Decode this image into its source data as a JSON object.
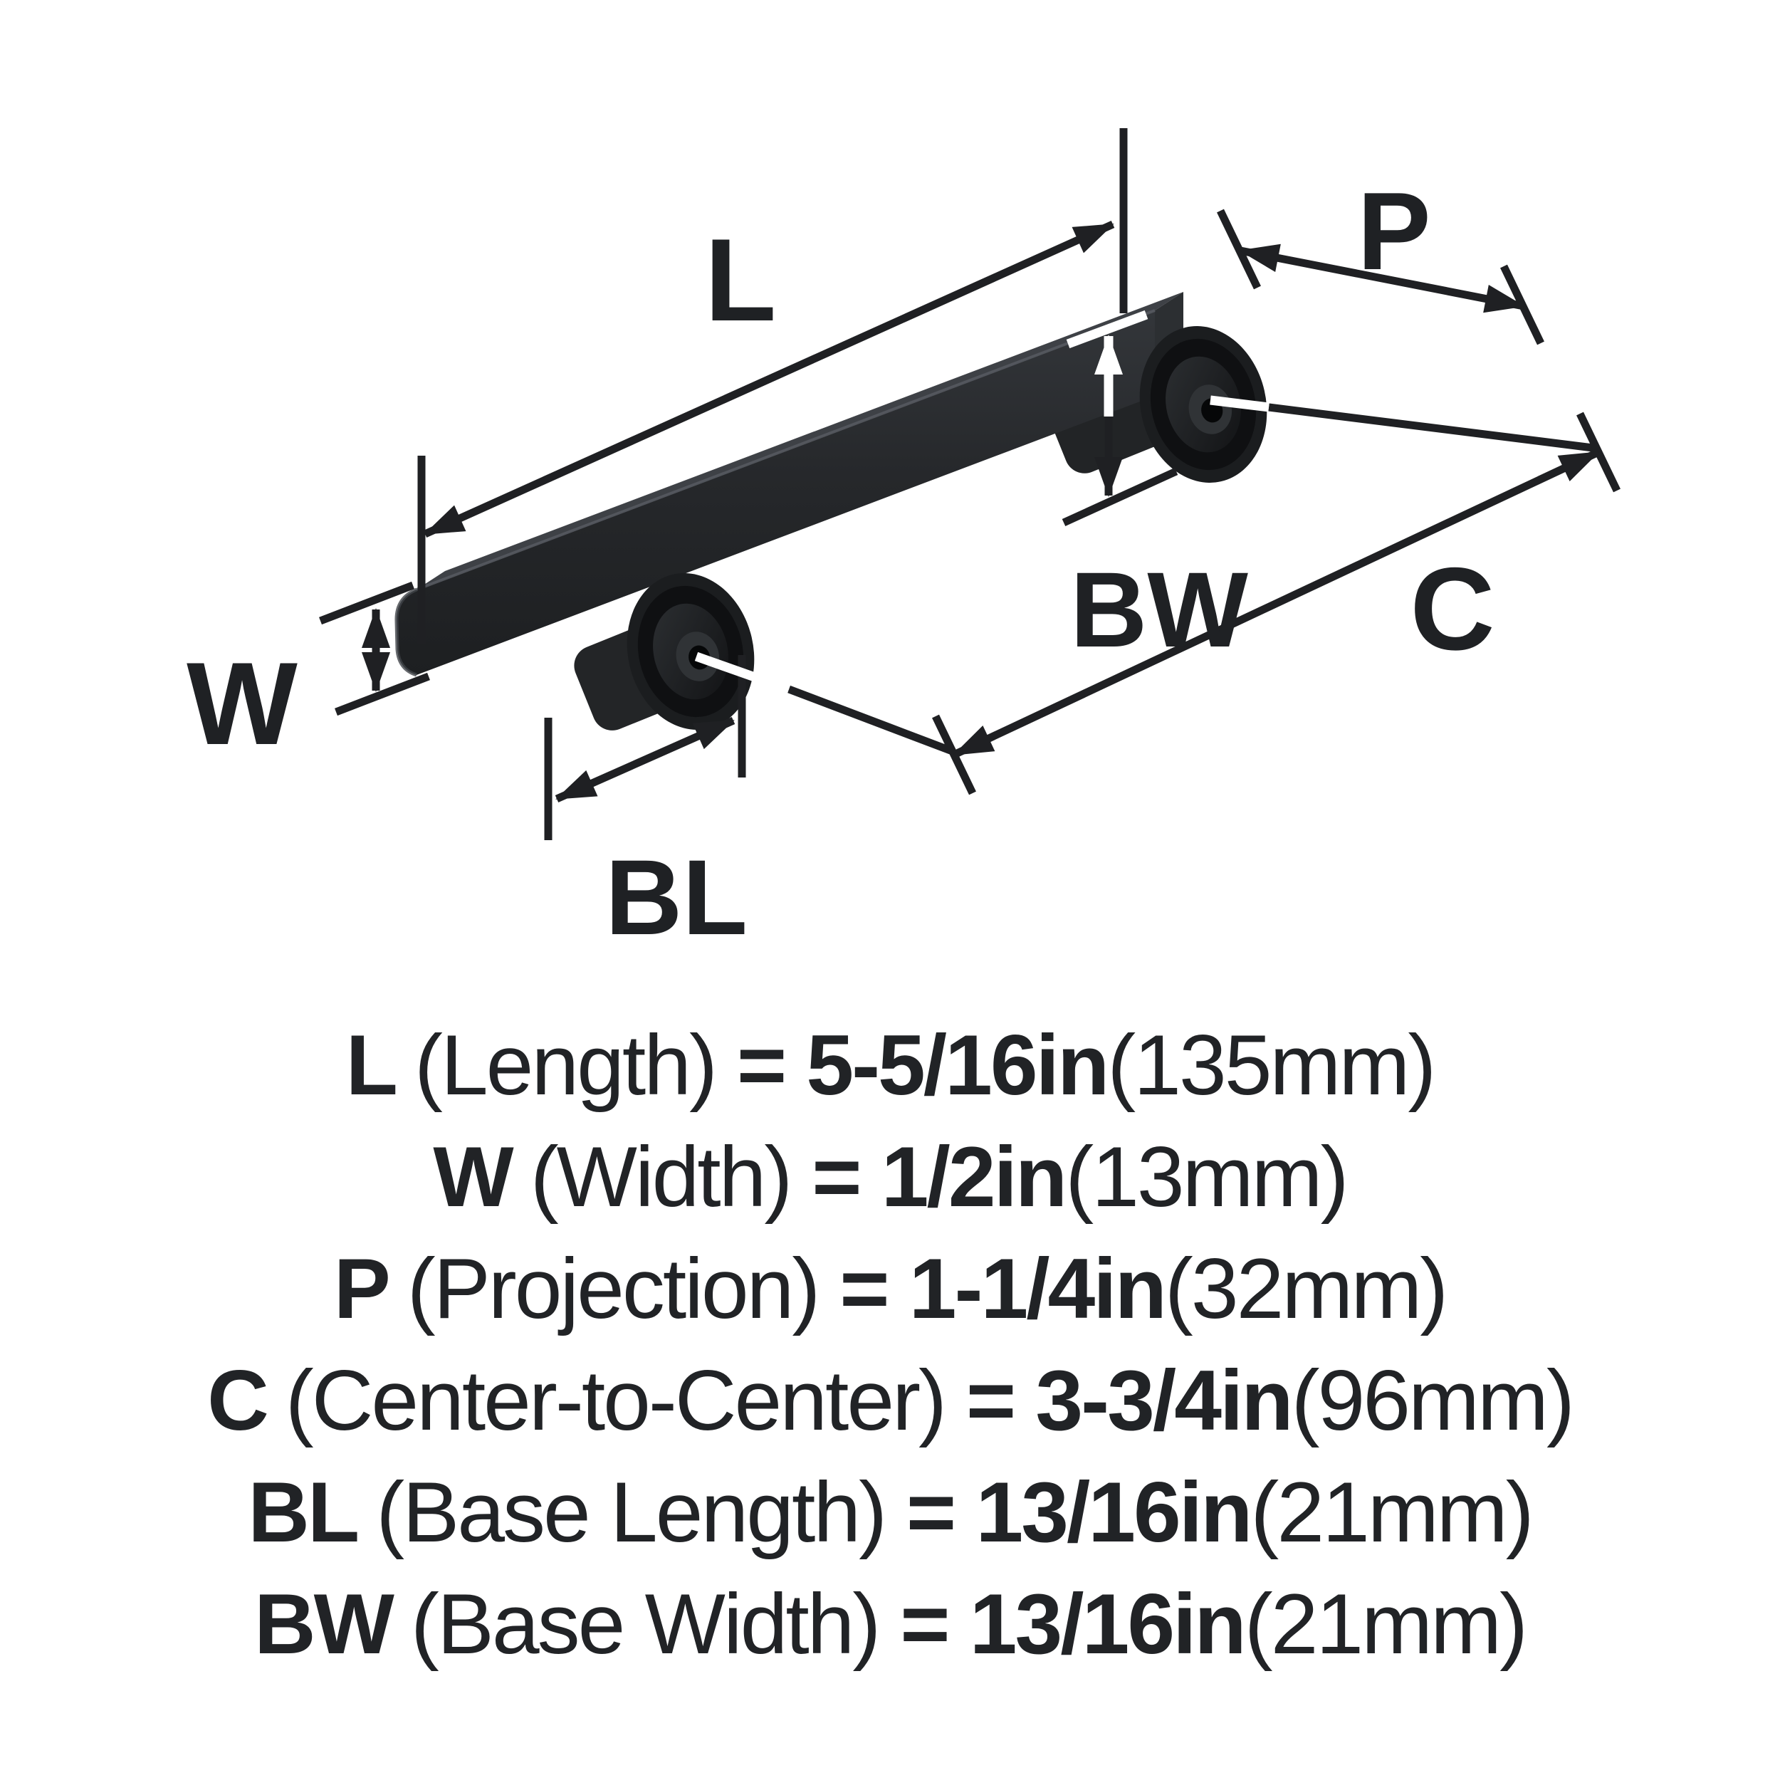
{
  "dim_labels": {
    "length": "L",
    "width": "W",
    "projection": "P",
    "center_to_center": "C",
    "base_length": "BL",
    "base_width": "BW"
  },
  "specs": [
    {
      "key": "L",
      "desc": "(Length)",
      "value": "= 5-5/16in",
      "metric": "(135mm)"
    },
    {
      "key": "W",
      "desc": "(Width)",
      "value": "= 1/2in",
      "metric": "(13mm)"
    },
    {
      "key": "P",
      "desc": "(Projection)",
      "value": "= 1-1/4in",
      "metric": "(32mm)"
    },
    {
      "key": "C",
      "desc": "(Center-to-Center)",
      "value": "= 3-3/4in",
      "metric": "(96mm)"
    },
    {
      "key": "BL",
      "desc": "(Base Length)",
      "value": "= 13/16in",
      "metric": "(21mm)"
    },
    {
      "key": "BW",
      "desc": "(Base Width)",
      "value": "= 13/16in",
      "metric": "(21mm)"
    }
  ],
  "colors": {
    "background": "#ffffff",
    "line": "#1f2023",
    "handle_front": "#26282b",
    "handle_top": "#3e4146",
    "flange_dark": "#0f1012",
    "centerline_white": "#ffffff"
  }
}
